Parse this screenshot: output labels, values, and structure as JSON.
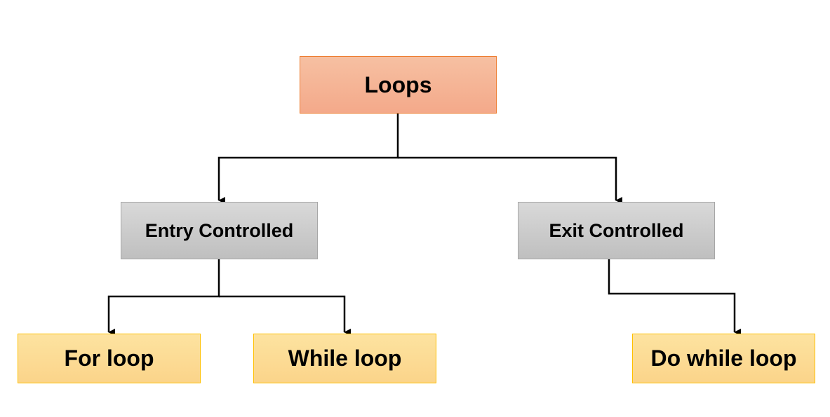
{
  "diagram": {
    "root": {
      "label": "Loops"
    },
    "categories": [
      {
        "label": "Entry Controlled"
      },
      {
        "label": "Exit Controlled"
      }
    ],
    "leaves": [
      {
        "label": "For loop"
      },
      {
        "label": "While loop"
      },
      {
        "label": "Do while loop"
      }
    ],
    "colors": {
      "root_fill": "#f4a98a",
      "root_border": "#ed7d31",
      "category_fill": "#cfcfcf",
      "category_border": "#a6a6a6",
      "leaf_fill": "#fbd48a",
      "leaf_border": "#ffc000",
      "connector": "#000000"
    }
  }
}
